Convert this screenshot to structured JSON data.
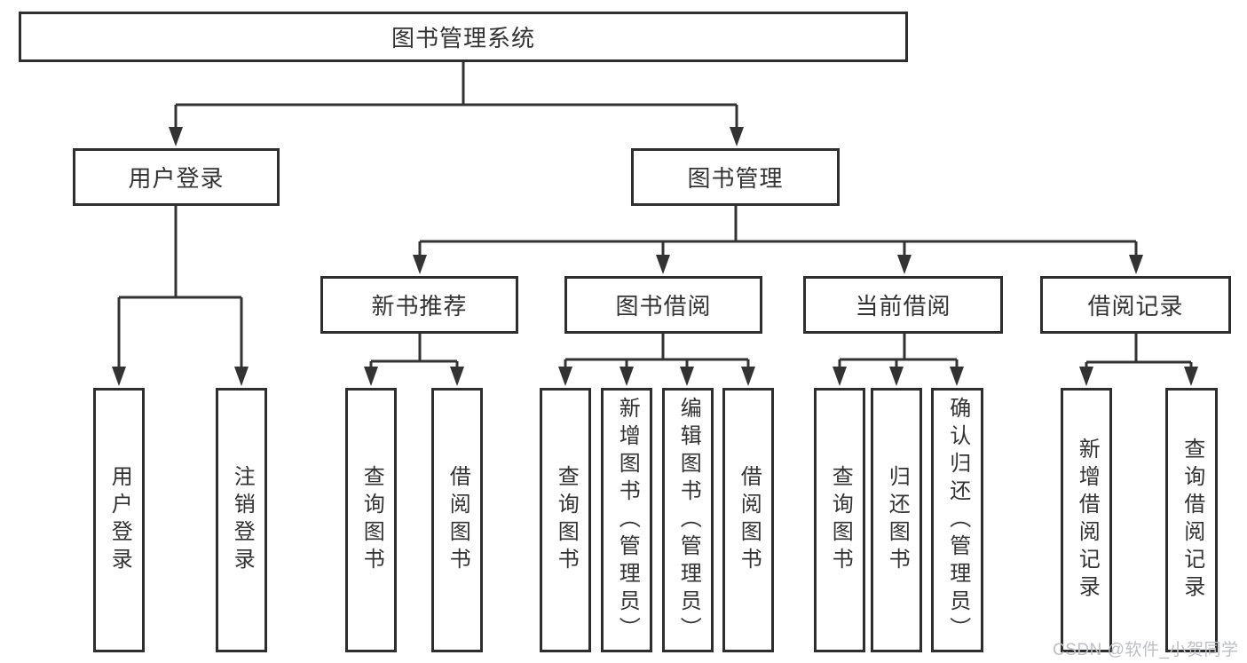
{
  "diagram": {
    "tree": {
      "root": {
        "label": "图书管理系统"
      },
      "branches": [
        {
          "label": "用户登录",
          "children": [
            {
              "label": "用户登录"
            },
            {
              "label": "注销登录"
            }
          ]
        },
        {
          "label": "图书管理",
          "children": [
            {
              "label": "新书推荐",
              "children": [
                {
                  "label": "查询图书"
                },
                {
                  "label": "借阅图书"
                }
              ]
            },
            {
              "label": "图书借阅",
              "children": [
                {
                  "label": "查询图书"
                },
                {
                  "label": "新增图书（管理员）"
                },
                {
                  "label": "编辑图书（管理员）"
                },
                {
                  "label": "借阅图书"
                }
              ]
            },
            {
              "label": "当前借阅",
              "children": [
                {
                  "label": "查询图书"
                },
                {
                  "label": "归还图书"
                },
                {
                  "label": "确认归还（管理员）"
                }
              ]
            },
            {
              "label": "借阅记录",
              "children": [
                {
                  "label": "新增借阅记录"
                },
                {
                  "label": "查询借阅记录"
                }
              ]
            }
          ]
        }
      ]
    },
    "colors": {
      "line": "#333333",
      "box_border": "#2e2e2e",
      "text": "#333333",
      "watermark": "#bdbfc3",
      "background": "#ffffff"
    }
  },
  "watermark": {
    "text": "CSDN @软件_小贺同学"
  }
}
